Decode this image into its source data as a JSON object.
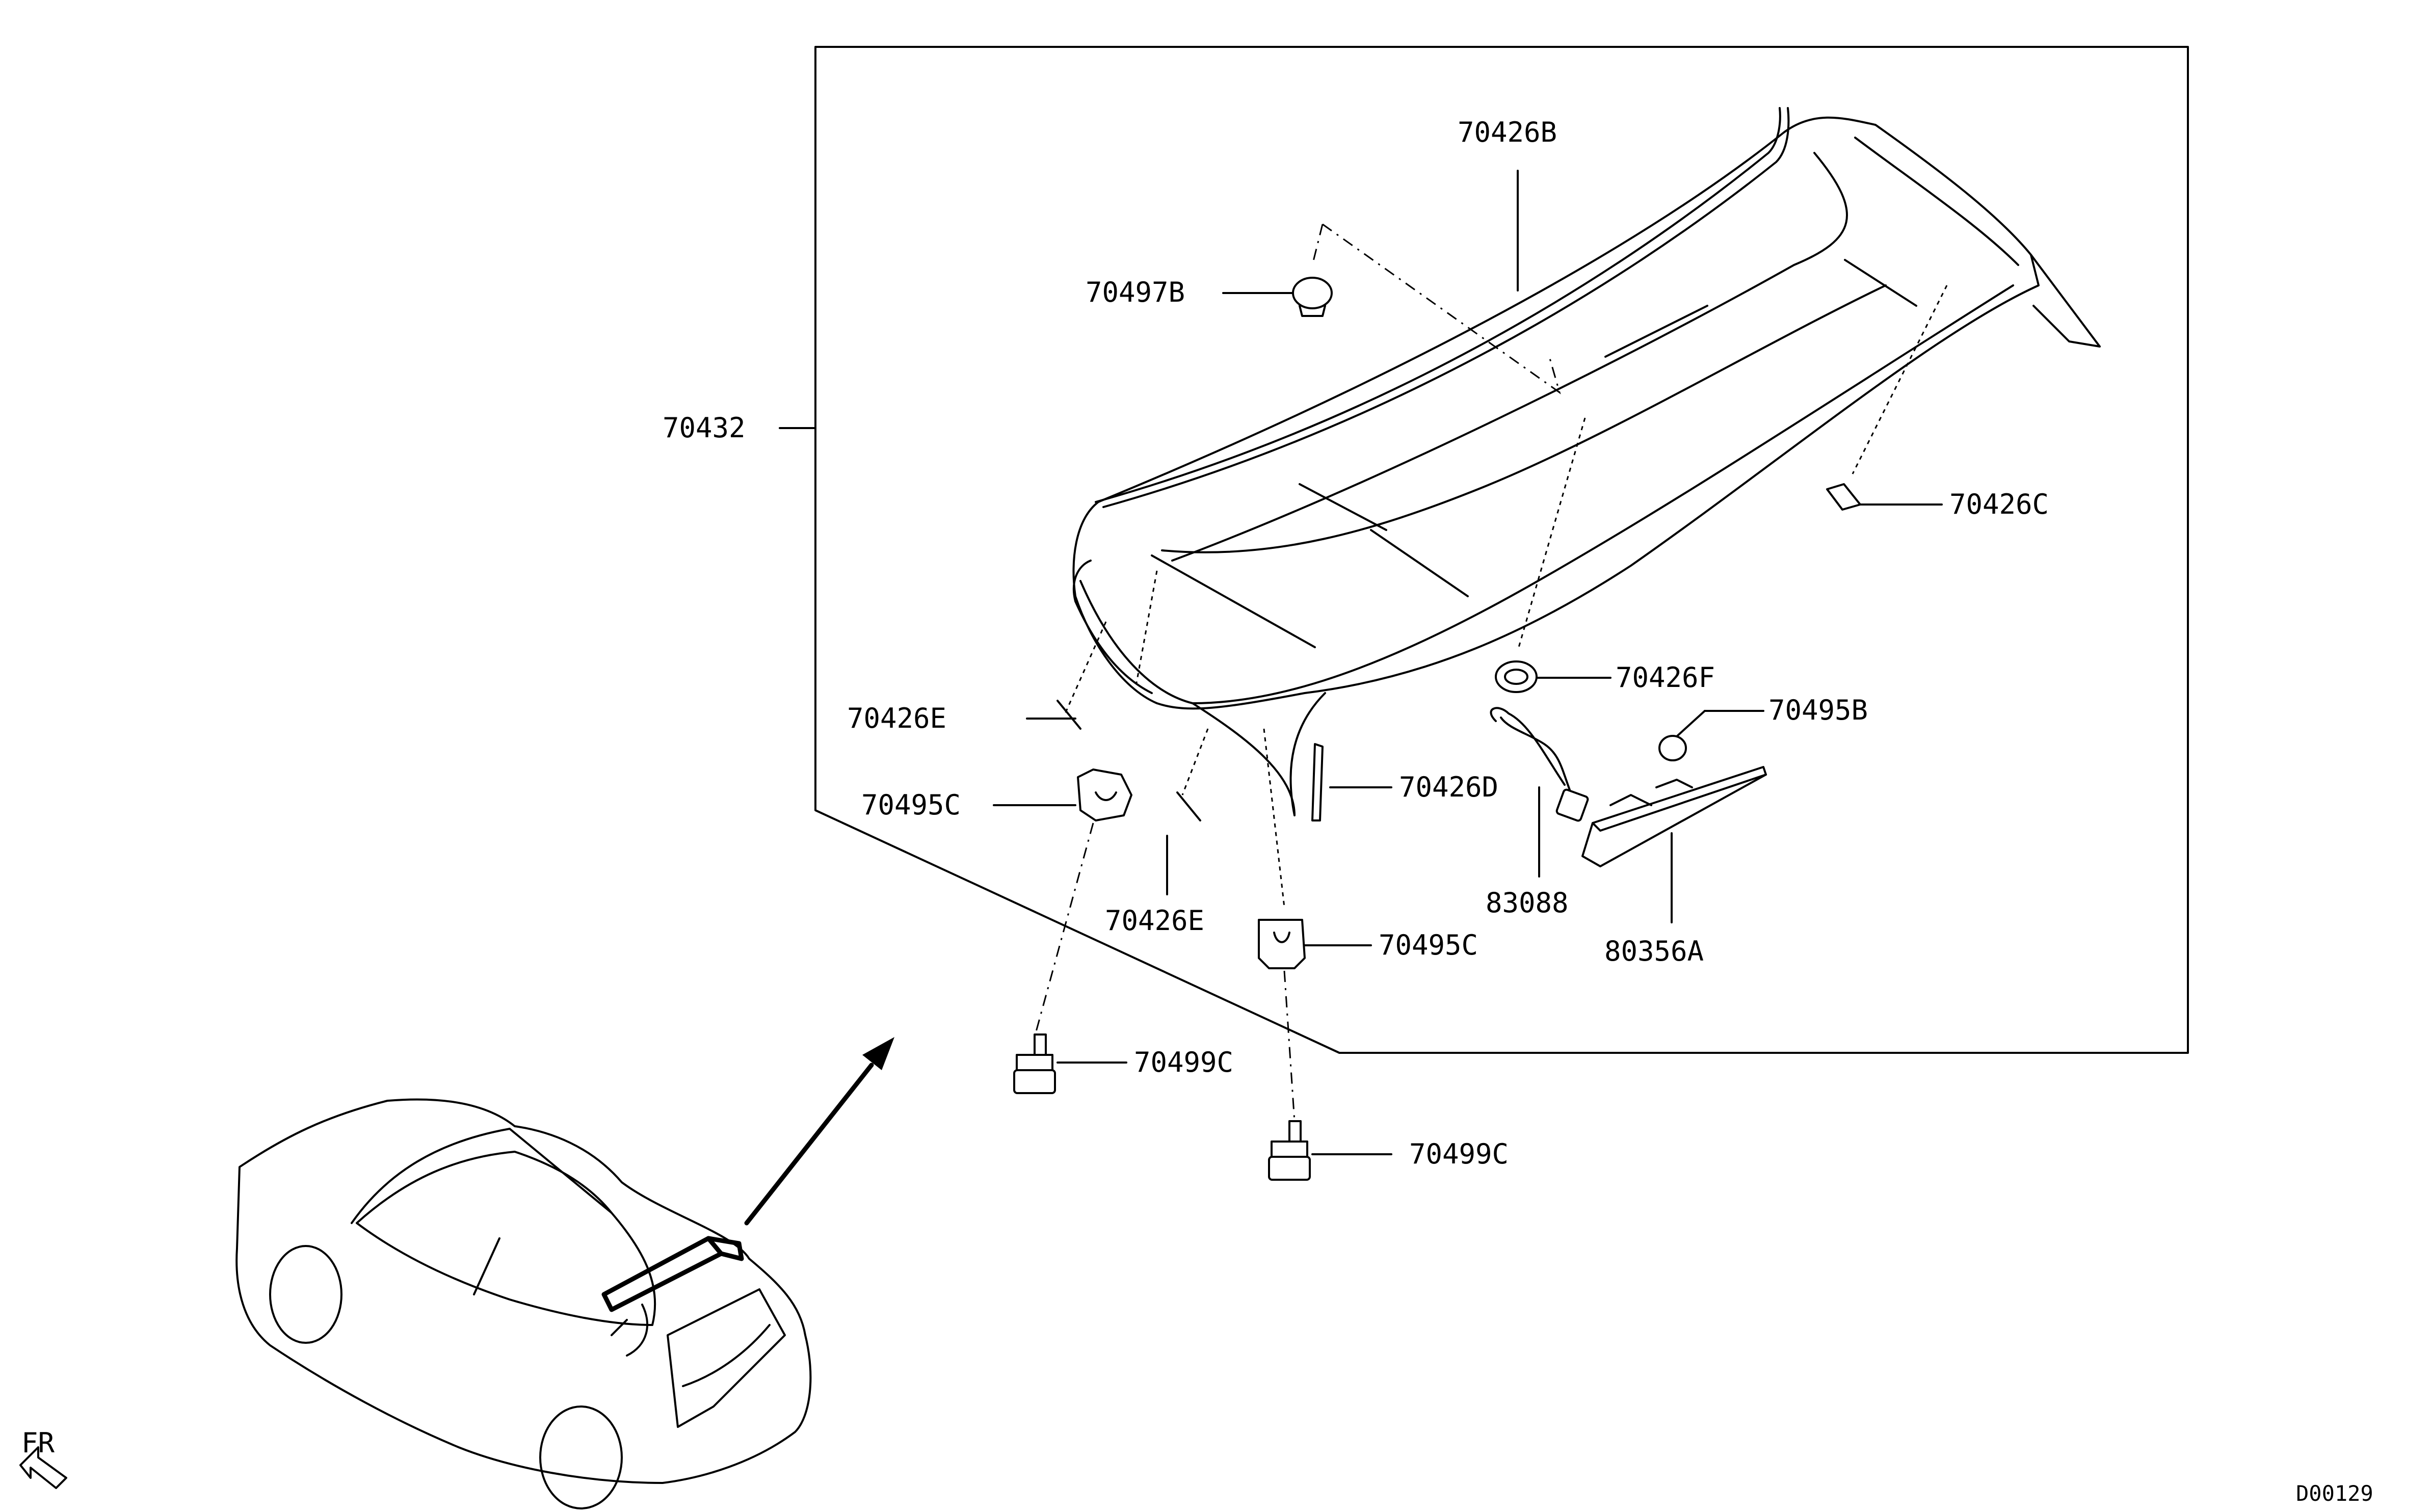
{
  "labels": {
    "p70426B": "70426B",
    "p70497B": "70497B",
    "p70432": "70432",
    "p70426C": "70426C",
    "p70426F": "70426F",
    "p70495B": "70495B",
    "p70426E_1": "70426E",
    "p70495C_1": "70495C",
    "p70426D": "70426D",
    "p83088": "83088",
    "p70426E_2": "70426E",
    "p80356A": "80356A",
    "p70495C_2": "70495C",
    "p70499C_1": "70499C",
    "p70499C_2": "70499C"
  },
  "orientation": "FR",
  "diagram_code": "D00129"
}
